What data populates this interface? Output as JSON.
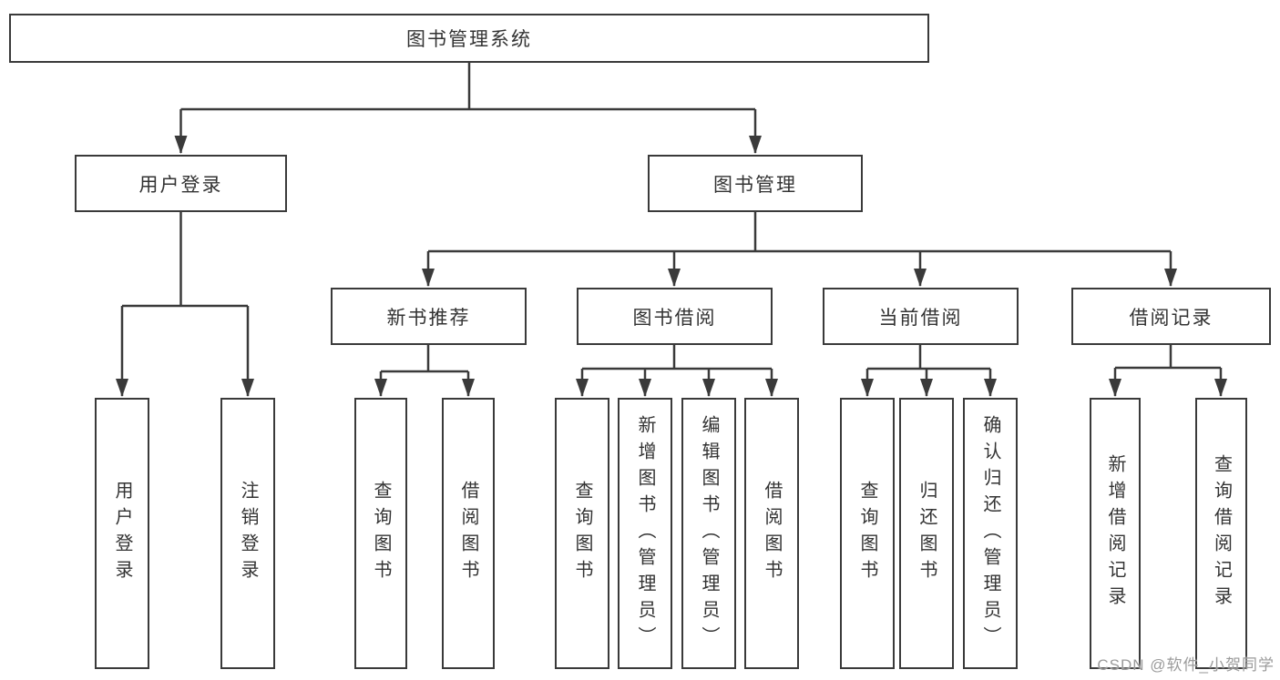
{
  "colors": {
    "line": "#3a3a3a",
    "text": "#333333",
    "background": "#ffffff",
    "watermark": "#9b9b9b"
  },
  "watermark": "CSDN @软件_小贺同学",
  "tree": {
    "label": "图书管理系统",
    "children": [
      {
        "label": "用户登录",
        "children": [
          {
            "label": "用户登录"
          },
          {
            "label": "注销登录"
          }
        ]
      },
      {
        "label": "图书管理",
        "children": [
          {
            "label": "新书推荐",
            "children": [
              {
                "label": "查询图书"
              },
              {
                "label": "借阅图书"
              }
            ]
          },
          {
            "label": "图书借阅",
            "children": [
              {
                "label": "查询图书"
              },
              {
                "label": "新增图书（管理员）"
              },
              {
                "label": "编辑图书（管理员）"
              },
              {
                "label": "借阅图书"
              }
            ]
          },
          {
            "label": "当前借阅",
            "children": [
              {
                "label": "查询图书"
              },
              {
                "label": "归还图书"
              },
              {
                "label": "确认归还（管理员）"
              }
            ]
          },
          {
            "label": "借阅记录",
            "children": [
              {
                "label": "新增借阅记录"
              },
              {
                "label": "查询借阅记录"
              }
            ]
          }
        ]
      }
    ]
  }
}
